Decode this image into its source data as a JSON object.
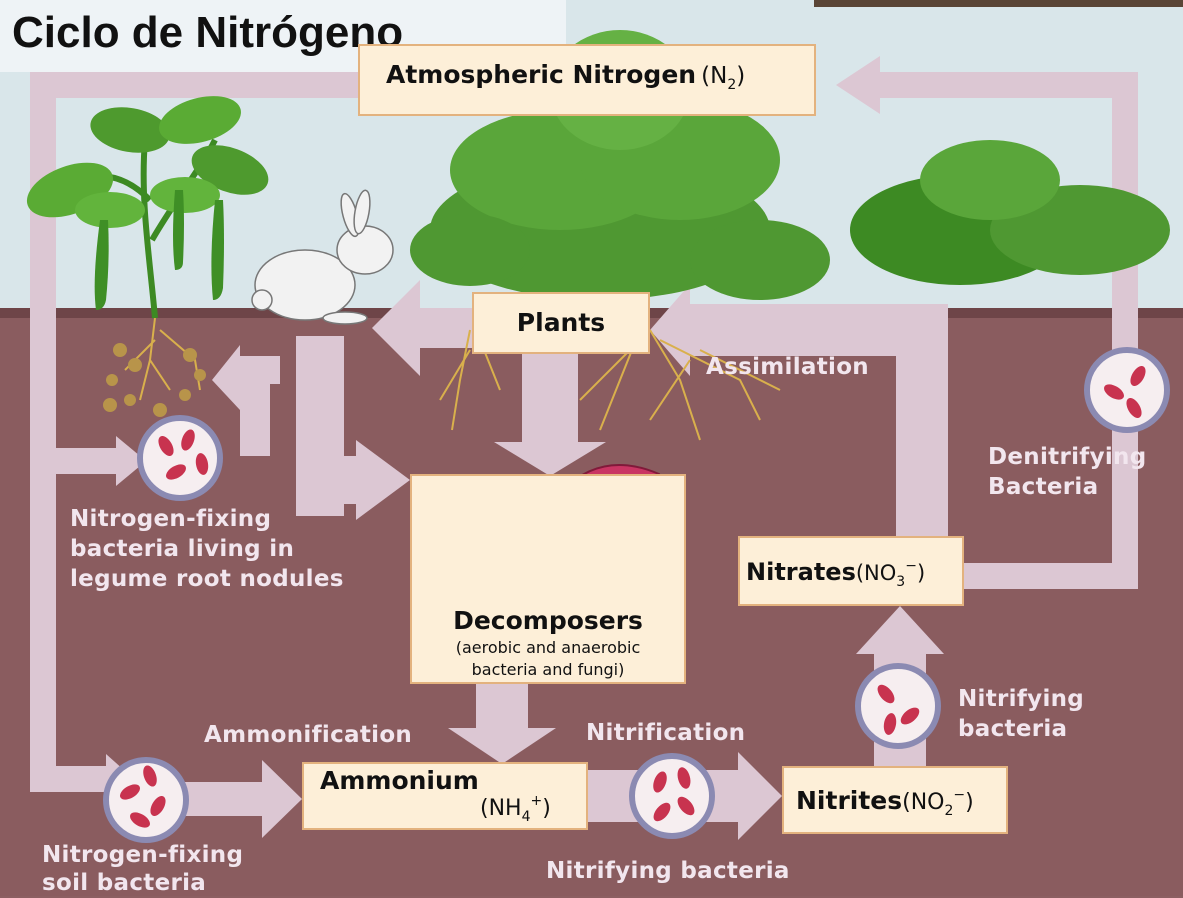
{
  "title": "Ciclo de Nitrógeno",
  "boxes": {
    "atmospheric": {
      "name": "Atmospheric Nitrogen",
      "formula": "(N",
      "sub": "2",
      "close": ")"
    },
    "plants": {
      "name": "Plants"
    },
    "decomposers": {
      "name": "Decomposers",
      "line1": "(aerobic and anaerobic",
      "line2": "bacteria and fungi)"
    },
    "ammonium": {
      "name": "Ammonium",
      "formula": "(NH",
      "sub": "4",
      "sup": "+",
      "close": ")"
    },
    "nitrites": {
      "name": "Nitrites",
      "formula": "(NO",
      "sub": "2",
      "sup": "−",
      "close": ")"
    },
    "nitrates": {
      "name": "Nitrates",
      "formula": "(NO",
      "sub": "3",
      "sup": "−",
      "close": ")"
    }
  },
  "labels": {
    "assimilation": "Assimilation",
    "denitrifying_1": "Denitrifying",
    "denitrifying_2": "Bacteria",
    "legume_1": "Nitrogen-fixing",
    "legume_2": "bacteria living in",
    "legume_3": "legume root nodules",
    "soil_1": "Nitrogen-fixing",
    "soil_2": "soil bacteria",
    "ammonification": "Ammonification",
    "nitrification": "Nitrification",
    "nitrifying_bacteria_bottom": "Nitrifying bacteria",
    "nitrifying_1": "Nitrifying",
    "nitrifying_2": "bacteria"
  },
  "colors": {
    "arrow": "#dcc7d3",
    "soil": "#8a5c5f",
    "sky": "#d9e6ea",
    "box_fill": "#fdefd8",
    "bacteria": "#c8334f",
    "plant": "#4e9a2e"
  }
}
